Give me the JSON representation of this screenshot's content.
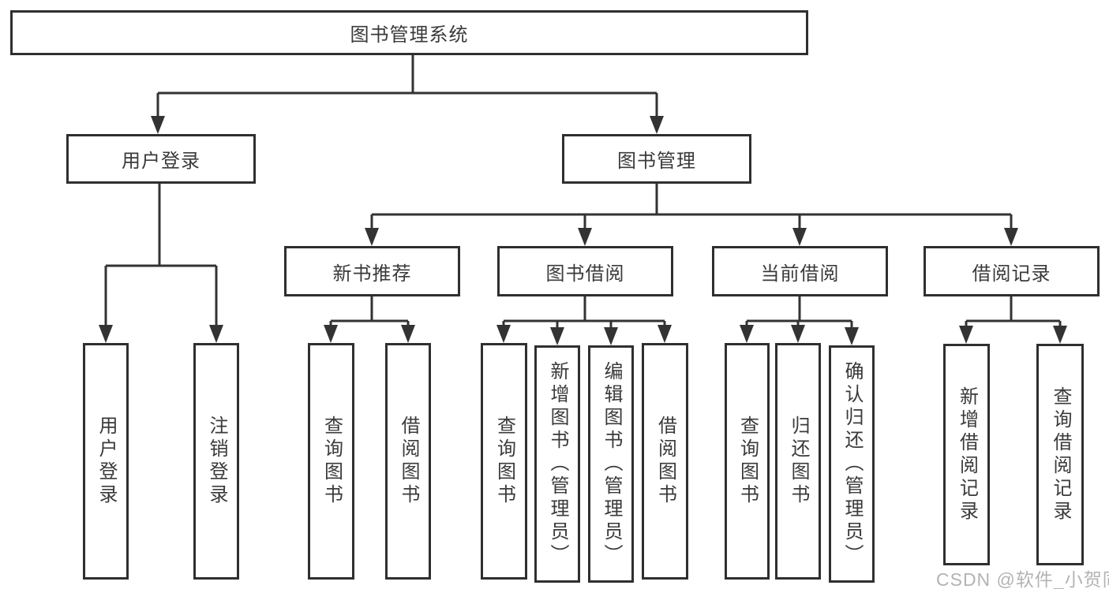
{
  "diagram": {
    "root_label": "图书管理系统",
    "branches": [
      {
        "label": "用户登录",
        "leaves": [
          "用户登录",
          "注销登录"
        ]
      },
      {
        "label": "图书管理",
        "sections": [
          {
            "label": "新书推荐",
            "leaves": [
              "查询图书",
              "借阅图书"
            ]
          },
          {
            "label": "图书借阅",
            "leaves": [
              "查询图书",
              "新增图书（管理员）",
              "编辑图书（管理员）",
              "借阅图书"
            ]
          },
          {
            "label": "当前借阅",
            "leaves": [
              "查询图书",
              "归还图书",
              "确认归还（管理员）"
            ]
          },
          {
            "label": "借阅记录",
            "leaves": [
              "新增借阅记录",
              "查询借阅记录"
            ]
          }
        ]
      }
    ]
  },
  "watermark": "CSDN @软件_小贺同学",
  "colors": {
    "line": "#333333",
    "border": "#2f2f2f",
    "text": "#3a3a3a",
    "box_bg": "#ffffff",
    "watermark": "#b3b3b3"
  }
}
